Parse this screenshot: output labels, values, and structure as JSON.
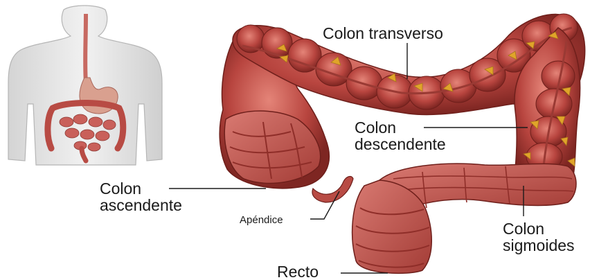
{
  "labels": {
    "colon_transverso": "Colon transverso",
    "colon_descendente_1": "Colon",
    "colon_descendente_2": "descendente",
    "colon_ascendente_1": "Colon",
    "colon_ascendente_2": "ascendente",
    "apendice": "Apéndice",
    "colon_sigmoides_1": "Colon",
    "colon_sigmoides_2": "sigmoides",
    "recto": "Recto"
  },
  "colors": {
    "tissue": "#b8453f",
    "tissue_dark": "#7e2622",
    "tissue_light": "#e07a70",
    "inner_wall": "#c65a56",
    "fat": "#e0a42a",
    "body_outline": "#bcbcbc"
  }
}
